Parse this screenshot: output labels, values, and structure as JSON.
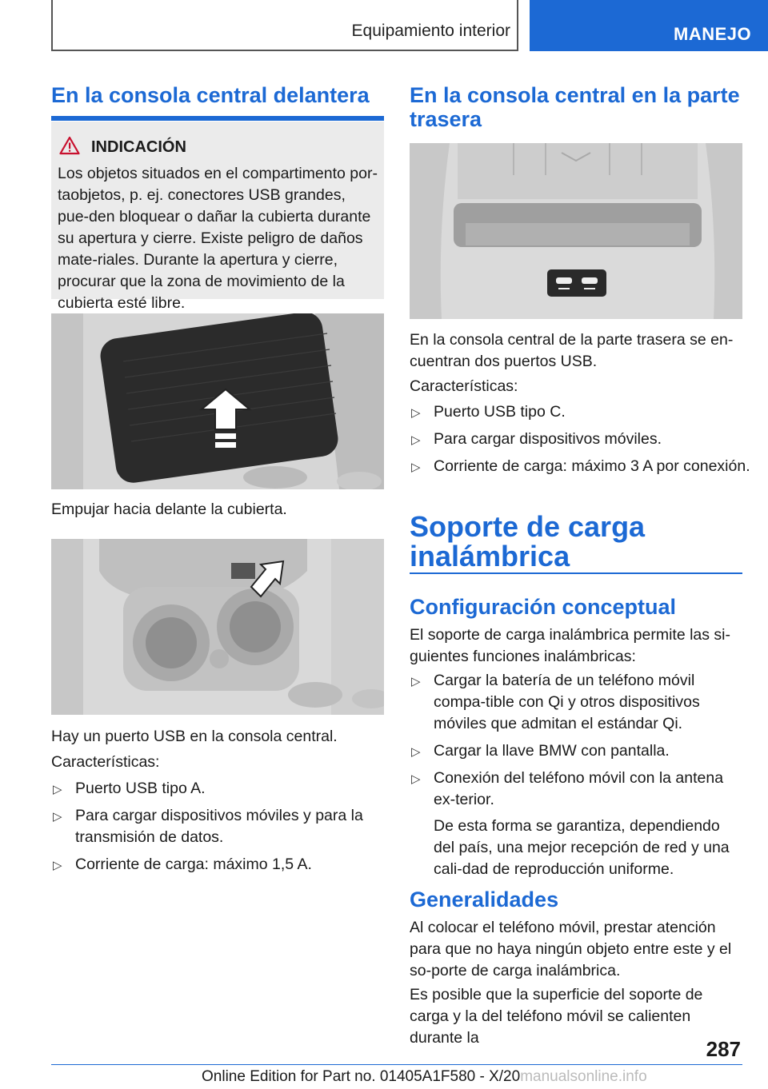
{
  "header": {
    "section": "Equipamiento interior",
    "chapter": "MANEJO"
  },
  "left": {
    "heading": "En la consola central delantera",
    "warning": {
      "title": "INDICACIÓN",
      "text": "Los objetos situados en el compartimento por-taobjetos, p. ej. conectores USB grandes, pue-den bloquear o dañar la cubierta durante su apertura y cierre. Existe peligro de daños mate-riales. Durante la apertura y cierre, procurar que la zona de movimiento de la cubierta esté libre."
    },
    "caption1": "Empujar hacia delante la cubierta.",
    "caption2": "Hay un puerto USB en la consola central.",
    "features_label": "Características:",
    "features": [
      "Puerto USB tipo A.",
      "Para cargar dispositivos móviles y para la transmisión de datos.",
      "Corriente de carga: máximo 1,5 A."
    ]
  },
  "right": {
    "heading": "En la consola central en la parte trasera",
    "caption": "En la consola central de la parte trasera se en-cuentran dos puertos USB.",
    "features_label": "Características:",
    "features": [
      "Puerto USB tipo C.",
      "Para cargar dispositivos móviles.",
      "Corriente de carga: máximo 3 A por conexión."
    ],
    "h1": "Soporte de carga inalámbrica",
    "concept_heading": "Configuración conceptual",
    "concept_text": "El soporte de carga inalámbrica permite las si-guientes funciones inalámbricas:",
    "concept_items": [
      "Cargar la batería de un teléfono móvil compa-tible con Qi y otros dispositivos móviles que admitan el estándar Qi.",
      "Cargar la llave BMW con pantalla.",
      "Conexión del teléfono móvil con la antena ex-terior."
    ],
    "concept_sub": "De esta forma se garantiza, dependiendo del país, una mejor recepción de red y una cali-dad de reproducción uniforme.",
    "general_heading": "Generalidades",
    "general_p1": "Al colocar el teléfono móvil, prestar atención para que no haya ningún objeto entre este y el so-porte de carga inalámbrica.",
    "general_p2": "Es posible que la superficie del soporte de carga y la del teléfono móvil se calienten durante la"
  },
  "footer": {
    "page_number": "287",
    "edition": "Online Edition for Part no. 01405A1F580 - X/20"
  },
  "watermark": "manualsonline.info",
  "bullet_glyph": "▷"
}
